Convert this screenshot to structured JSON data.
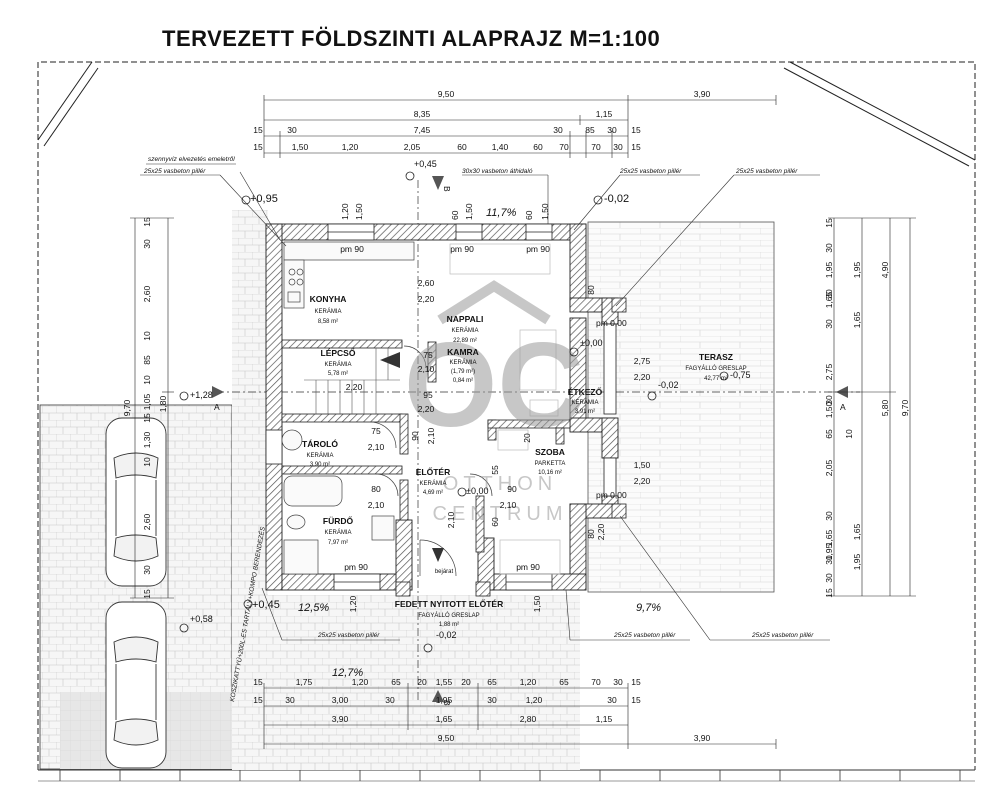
{
  "title": "TERVEZETT FÖLDSZINTI ALAPRAJZ M=1:100",
  "watermark": {
    "letters": "OC",
    "line1": "OTTHON",
    "line2": "CENTRUM"
  },
  "colors": {
    "wall": "#3a3a3a",
    "hatch": "#777777",
    "paving": "#c9c9c9",
    "dashed": "#333333",
    "watermark": "#9a9a9a"
  },
  "rooms": {
    "konyha": {
      "name": "KONYHA",
      "material": "KERÁMIA",
      "area": "8,58 m²"
    },
    "nappali": {
      "name": "NAPPALI",
      "material": "KERÁMIA",
      "area": "22,89 m²"
    },
    "kamra": {
      "name": "KAMRA",
      "material": "KERÁMIA",
      "area": "(1,79 m²)",
      "area2": "0,84 m²"
    },
    "lepcso": {
      "name": "LÉPCSŐ",
      "material": "KERÁMIA",
      "area": "5,78 m²"
    },
    "etkezo": {
      "name": "ÉTKEZŐ",
      "material": "KERÁMIA",
      "area": "3,91 m²"
    },
    "terasz": {
      "name": "TERASZ",
      "material": "FAGYÁLLÓ GRESLAP",
      "area": "42,77 m²"
    },
    "tarolo": {
      "name": "TÁROLÓ",
      "material": "KERÁMIA",
      "area": "3,90 m²"
    },
    "szoba": {
      "name": "SZOBA",
      "material": "PARKETTA",
      "area": "10,16 m²"
    },
    "eloter": {
      "name": "ELŐTÉR",
      "material": "KERÁMIA",
      "area": "4,69 m²"
    },
    "furdo": {
      "name": "FÜRDŐ",
      "material": "KERÁMIA",
      "area": "7,97 m²"
    },
    "fedett": {
      "name": "FEDETT NYITOTT ELŐTÉR",
      "material": "FAGYÁLLÓ GRESLAP",
      "area": "1,88 m²"
    }
  },
  "notes": {
    "szennyviz": "szennyvíz elvezetés emeletről",
    "piller": "25x25 vasbeton pillér",
    "athidalo": "30x30 vasbeton áthidaló",
    "gepkocsi": "KOSZIKATTYÚ+200L-ES TARTÁLY+KOMPO BERENDEZÉS",
    "bejarat": "bejárat"
  },
  "levels": {
    "a": "+0,95",
    "b": "-0,02",
    "c": "+0,45",
    "d": "+1,28",
    "e": "±0,00",
    "f": "-0,75",
    "g": "+0,58",
    "h": "-0,02",
    "i": "+0,45",
    "j": "±0,00",
    "k": "-0,02"
  },
  "slopes": {
    "top": "11,7%",
    "left": "12,5%",
    "right": "9,7%",
    "bottom": "12,7%"
  },
  "section_marks": {
    "a": "A",
    "b": "B"
  },
  "dims_top": {
    "r1": [
      "9,50",
      "3,90"
    ],
    "r2": [
      "8,35",
      "1,15"
    ],
    "r3": [
      "15",
      "30",
      "7,45",
      "30",
      "85",
      "30",
      "15"
    ],
    "r4": [
      "15",
      "1,50",
      "1,20",
      "2,05",
      "60",
      "1,40",
      "60",
      "70",
      "70",
      "30",
      "15"
    ]
  },
  "dims_bottom": {
    "r1": [
      "15",
      "1,75",
      "1,20",
      "65",
      "20",
      "1,55",
      "20",
      "65",
      "1,20",
      "65",
      "70",
      "30",
      "15"
    ],
    "r2": [
      "15",
      "30",
      "3,00",
      "30",
      "1,95",
      "30",
      "1,20",
      "30",
      "15"
    ],
    "r3": [
      "3,90",
      "1,65",
      "2,80",
      "1,15"
    ],
    "r4": [
      "9,50",
      "3,90"
    ]
  },
  "dims_right_outer": [
    "15",
    "30",
    "1,95",
    "30",
    "1,65",
    "30",
    "2,75",
    "30",
    "1,50",
    "65",
    "10",
    "2,05",
    "30",
    "1,65",
    "30",
    "1,95",
    "30",
    "15"
  ],
  "dims_right_mid": [
    "1,95",
    "1,65",
    "5,80",
    "1,65",
    "1,95"
  ],
  "dims_right_far": [
    "4,90",
    "9,70"
  ],
  "dims_left": [
    "15",
    "30",
    "2,60",
    "10",
    "85",
    "10",
    "1,05",
    "15",
    "1,30",
    "10",
    "2,60",
    "30",
    "15"
  ],
  "dims_left_far": [
    "9,70",
    "1,80"
  ],
  "window_labels": {
    "w1": "1,20",
    "w2": "1,50",
    "w3": "60",
    "w4": "1,50",
    "w5": "60",
    "w6": "1,50",
    "pm": "pm 90",
    "pm0": "pm 0,00",
    "w7": "80",
    "w8": "80",
    "w9": "1,50",
    "w10": "1,20"
  },
  "inner_dims": {
    "a": "2,60",
    "b": "2,20",
    "c": "75",
    "d": "2,10",
    "e": "2,20",
    "f": "95",
    "g": "2,20",
    "h": "75",
    "i": "2,10",
    "j": "90",
    "k": "2,10",
    "l": "80",
    "m": "2,10",
    "n": "90",
    "o": "2,10",
    "p": "55",
    "q": "20",
    "r": "60",
    "s": "2,10",
    "t": "2,75",
    "u": "2,20",
    "v": "1,50",
    "w": "2,20",
    "x": "2,20"
  }
}
